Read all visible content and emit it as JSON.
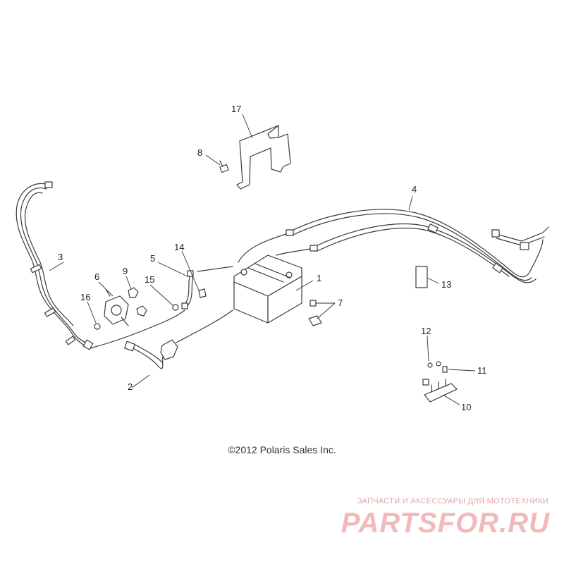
{
  "callouts": {
    "c1": "1",
    "c2": "2",
    "c3": "3",
    "c4": "4",
    "c5": "5",
    "c6": "6",
    "c7": "7",
    "c8": "8",
    "c9": "9",
    "c10": "10",
    "c11": "11",
    "c12": "12",
    "c13": "13",
    "c14": "14",
    "c15": "15",
    "c16": "16",
    "c17": "17"
  },
  "copyright": "©2012 Polaris Sales Inc.",
  "watermark": {
    "tagline": "ЗАПЧАСТИ И АКСЕССУАРЫ ДЛЯ МОТОТЕХНИКИ",
    "logo": "PARTSFOR.RU"
  }
}
